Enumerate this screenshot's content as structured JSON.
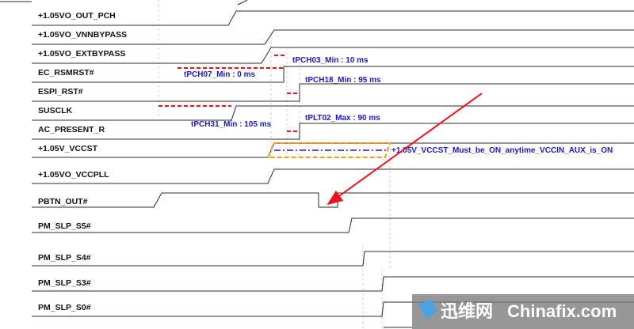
{
  "signals": [
    {
      "id": "vo-out-pch",
      "label": "+1.05VO_OUT_PCH"
    },
    {
      "id": "vo-vnnbypass",
      "label": "+1.05VO_VNNBYPASS"
    },
    {
      "id": "vo-extbypass",
      "label": "+1.05VO_EXTBYPASS"
    },
    {
      "id": "ec-rsmrst",
      "label": "EC_RSMRST#"
    },
    {
      "id": "espi-rst",
      "label": "ESPI_RST#"
    },
    {
      "id": "susclk",
      "label": "SUSCLK"
    },
    {
      "id": "ac-present",
      "label": "AC_PRESENT_R"
    },
    {
      "id": "v-vccst",
      "label": "+1.05V_VCCST"
    },
    {
      "id": "vo-vccpll",
      "label": "+1.05VO_VCCPLL"
    },
    {
      "id": "pbtn-out",
      "label": "PBTN_OUT#"
    },
    {
      "id": "pm-slp-s5",
      "label": "PM_SLP_S5#"
    },
    {
      "id": "pm-slp-s4",
      "label": "PM_SLP_S4#"
    },
    {
      "id": "pm-slp-s3",
      "label": "PM_SLP_S3#"
    },
    {
      "id": "pm-slp-s0",
      "label": "PM_SLP_S0#"
    }
  ],
  "annotations": {
    "tpch03": "tPCH03_Min : 10 ms",
    "tpch07": "tPCH07_Min : 0 ms",
    "tpch18": "tPCH18_Min : 95 ms",
    "tpch31": "tPCH31_Min : 105 ms",
    "tplt02": "tPLT02_Max : 90 ms",
    "vccst_note": "+1.05V_VCCST_Must_be_ON_anytime_VCCIN_AUX_is_ON"
  },
  "watermark": {
    "cn_text": "迅维网",
    "en_text": "Chinafix.com"
  },
  "colors": {
    "signal_line": "#2b2b2b",
    "timing_marker": "#e8141e",
    "annotation_text": "#1a1acc",
    "highlight_box": "#f39c12",
    "arrow": "#e8141e"
  }
}
